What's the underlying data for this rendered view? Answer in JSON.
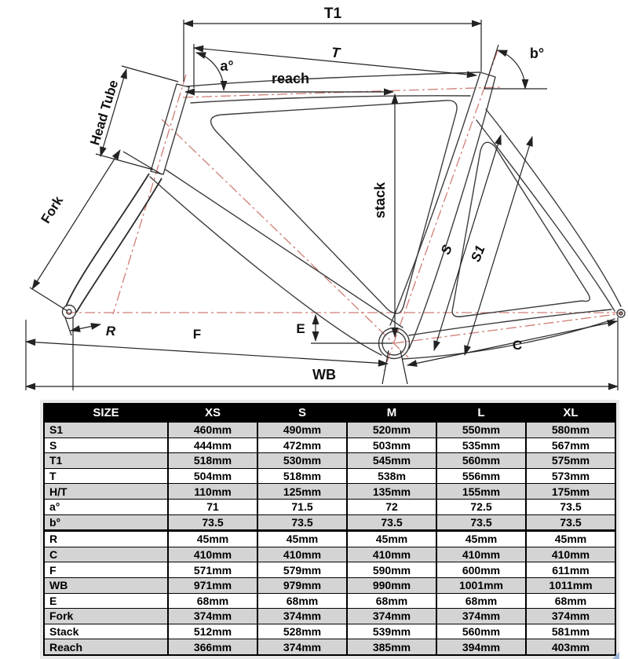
{
  "diagram": {
    "dimension_labels": {
      "t1": "T1",
      "t": "T",
      "a_angle": "a°",
      "b_angle": "b°",
      "reach": "reach",
      "stack": "stack",
      "head_tube": "Head Tube",
      "fork": "Fork",
      "s": "S",
      "s1": "S1",
      "r": "R",
      "f": "F",
      "e": "E",
      "c": "C",
      "wb": "WB"
    },
    "colors": {
      "frame_line": "#3d3d3d",
      "centerline_red": "#cf7e76",
      "dimension_line": "#222222"
    }
  },
  "table": {
    "columns": [
      "SIZE",
      "XS",
      "S",
      "M",
      "L",
      "XL"
    ],
    "rows": [
      {
        "label": "S1",
        "values": [
          "460mm",
          "490mm",
          "520mm",
          "550mm",
          "580mm"
        ]
      },
      {
        "label": "S",
        "values": [
          "444mm",
          "472mm",
          "503mm",
          "535mm",
          "567mm"
        ]
      },
      {
        "label": "T1",
        "values": [
          "518mm",
          "530mm",
          "545mm",
          "560mm",
          "575mm"
        ]
      },
      {
        "label": "T",
        "values": [
          "504mm",
          "518mm",
          "538m",
          "556mm",
          "573mm"
        ]
      },
      {
        "label": "H/T",
        "values": [
          "110mm",
          "125mm",
          "135mm",
          "155mm",
          "175mm"
        ]
      },
      {
        "label": "a°",
        "values": [
          "71",
          "71.5",
          "72",
          "72.5",
          "73.5"
        ]
      },
      {
        "label": "b°",
        "values": [
          "73.5",
          "73.5",
          "73.5",
          "73.5",
          "73.5"
        ]
      },
      {
        "label": "R",
        "values": [
          "45mm",
          "45mm",
          "45mm",
          "45mm",
          "45mm"
        ]
      },
      {
        "label": "C",
        "values": [
          "410mm",
          "410mm",
          "410mm",
          "410mm",
          "410mm"
        ]
      },
      {
        "label": "F",
        "values": [
          "571mm",
          "579mm",
          "590mm",
          "600mm",
          "611mm"
        ]
      },
      {
        "label": "WB",
        "values": [
          "971mm",
          "979mm",
          "990mm",
          "1001mm",
          "1011mm"
        ]
      },
      {
        "label": "E",
        "values": [
          "68mm",
          "68mm",
          "68mm",
          "68mm",
          "68mm"
        ]
      },
      {
        "label": "Fork",
        "values": [
          "374mm",
          "374mm",
          "374mm",
          "374mm",
          "374mm"
        ]
      },
      {
        "label": "Stack",
        "values": [
          "512mm",
          "528mm",
          "539mm",
          "560mm",
          "581mm"
        ]
      },
      {
        "label": "Reach",
        "values": [
          "366mm",
          "374mm",
          "385mm",
          "394mm",
          "403mm"
        ]
      }
    ]
  }
}
